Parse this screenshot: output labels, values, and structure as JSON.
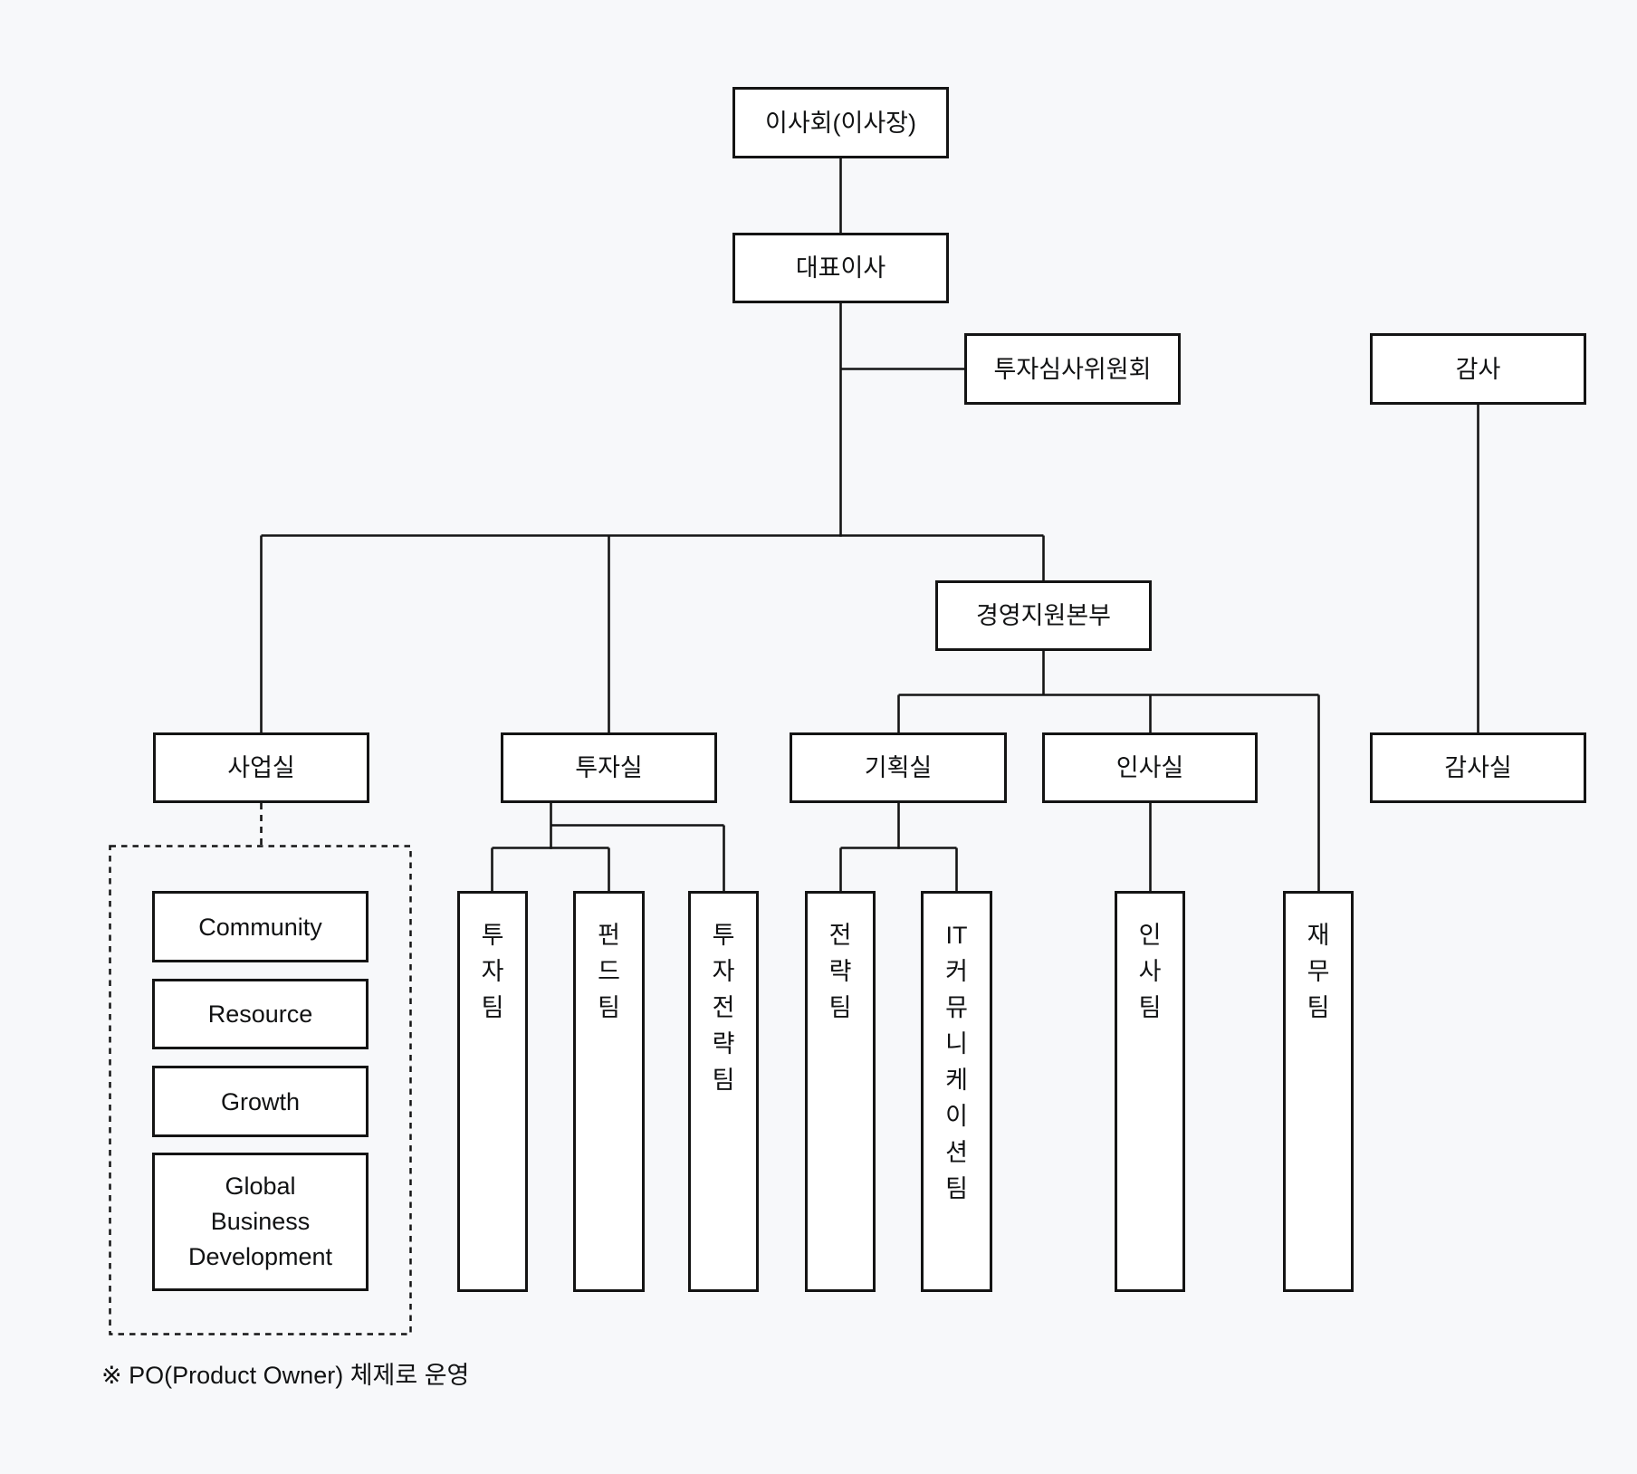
{
  "org_chart": {
    "theme": {
      "background": "#f7f8fa",
      "line_color": "#141414",
      "node_fill": "#ffffff",
      "text_color": "#111213"
    },
    "nodes": {
      "board": "이사회(이사장)",
      "ceo": "대표이사",
      "investment_review_committee": "투자심사위원회",
      "auditor": "감사",
      "management_support_division": "경영지원본부",
      "business_office": "사업실",
      "investment_office": "투자실",
      "planning_office": "기획실",
      "hr_office": "인사실",
      "audit_office": "감사실",
      "community": "Community",
      "resource": "Resource",
      "growth": "Growth",
      "global_business_development": "Global\nBusiness\nDevelopment",
      "investment_team": "투\n자\n팀",
      "fund_team": "펀\n드\n팀",
      "investment_strategy_team": "투\n자\n전\n략\n팀",
      "strategy_team": "전\n략\n팀",
      "it_communication_team": "IT\n커\n뮤\n니\n케\n이\n션\n팀",
      "hr_team": "인\n사\n팀",
      "finance_team": "재\n무\n팀"
    },
    "footnote": "※ PO(Product Owner) 체제로 운영"
  }
}
